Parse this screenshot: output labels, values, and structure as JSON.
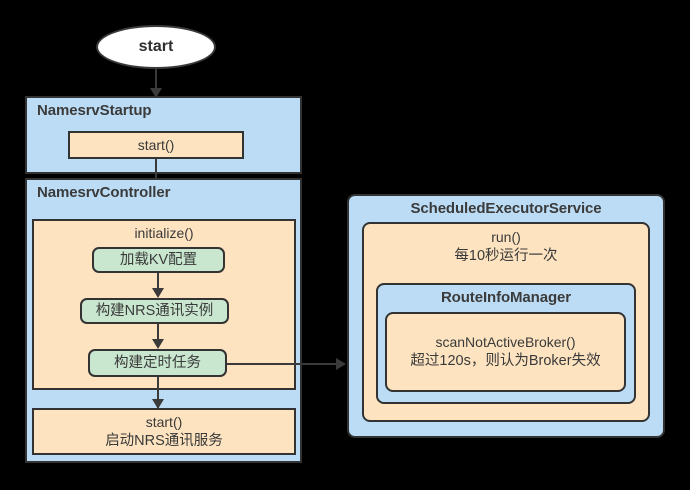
{
  "diagram": {
    "type": "flowchart",
    "title_node": {
      "label": "start"
    },
    "left_column": {
      "startup_container": {
        "title": "NamesrvStartup",
        "steps": [
          {
            "label": "start()"
          }
        ]
      },
      "controller_container": {
        "title": "NamesrvController",
        "initialize_block": {
          "label": "initialize()",
          "steps": [
            {
              "label": "加载KV配置"
            },
            {
              "label": "构建NRS通讯实例"
            },
            {
              "label": "构建定时任务"
            }
          ]
        },
        "start_block": {
          "line1": "start()",
          "line2": "启动NRS通讯服务"
        }
      }
    },
    "right_column": {
      "executor_container": {
        "title": "ScheduledExecutorService",
        "run_block": {
          "line1": "run()",
          "line2": "每10秒运行一次"
        },
        "route_info_manager": {
          "title": "RouteInfoManager",
          "scan_block": {
            "line1": "scanNotActiveBroker()",
            "line2": "超过120s，则认为Broker失效"
          }
        }
      }
    },
    "colors": {
      "background": "#000000",
      "container_fill": "#bcdcf5",
      "process_fill": "#fde3c0",
      "task_fill": "#c9e7cf",
      "stroke": "#333333",
      "text": "#2f2f2f"
    }
  }
}
